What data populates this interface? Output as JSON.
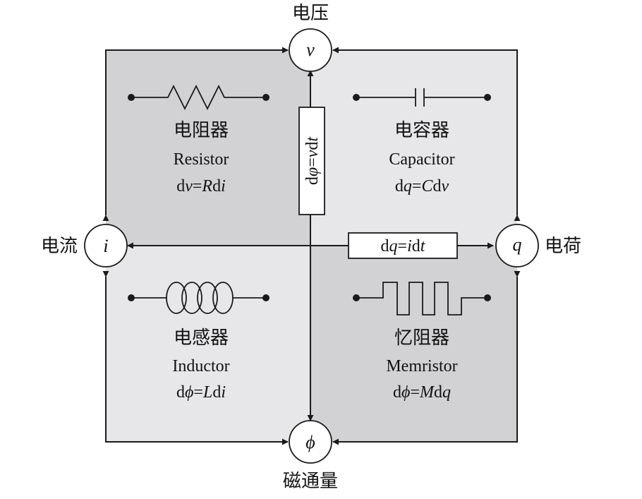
{
  "nodes": {
    "voltage": {
      "symbol": "v",
      "label": "电压"
    },
    "current": {
      "symbol": "i",
      "label": "电流"
    },
    "charge": {
      "symbol": "q",
      "label": "电荷"
    },
    "flux": {
      "symbol": "ϕ",
      "label": "磁通量"
    }
  },
  "relations": {
    "flux_voltage": {
      "d": "d",
      "var": "φ",
      "eq": "=",
      "rhs": "v",
      "d2": "d",
      "t": "t"
    },
    "charge_current": {
      "d": "d",
      "var": "q",
      "eq": "=",
      "rhs": "i",
      "d2": "d",
      "t": "t"
    }
  },
  "elements": {
    "resistor": {
      "name_cn": "电阻器",
      "name_en": "Resistor",
      "eq": {
        "d": "d",
        "var": "v",
        "eq": "=",
        "coef": "R",
        "d2": "d",
        "var2": "i"
      }
    },
    "capacitor": {
      "name_cn": "电容器",
      "name_en": "Capacitor",
      "eq": {
        "d": "d",
        "var": "q",
        "eq": "=",
        "coef": "C",
        "d2": "d",
        "var2": "v"
      }
    },
    "inductor": {
      "name_cn": "电感器",
      "name_en": "Inductor",
      "eq": {
        "d": "d",
        "var": "ϕ",
        "eq": "=",
        "coef": "L",
        "d2": "d",
        "var2": "i"
      }
    },
    "memristor": {
      "name_cn": "忆阻器",
      "name_en": "Memristor",
      "eq": {
        "d": "d",
        "var": "ϕ",
        "eq": "=",
        "coef": "M",
        "d2": "d",
        "var2": "q"
      }
    }
  },
  "colors": {
    "dark_quadrant": "#d2d2d4",
    "light_quadrant": "#e7e7e9",
    "line": "#1a1a1a",
    "background": "#ffffff"
  }
}
